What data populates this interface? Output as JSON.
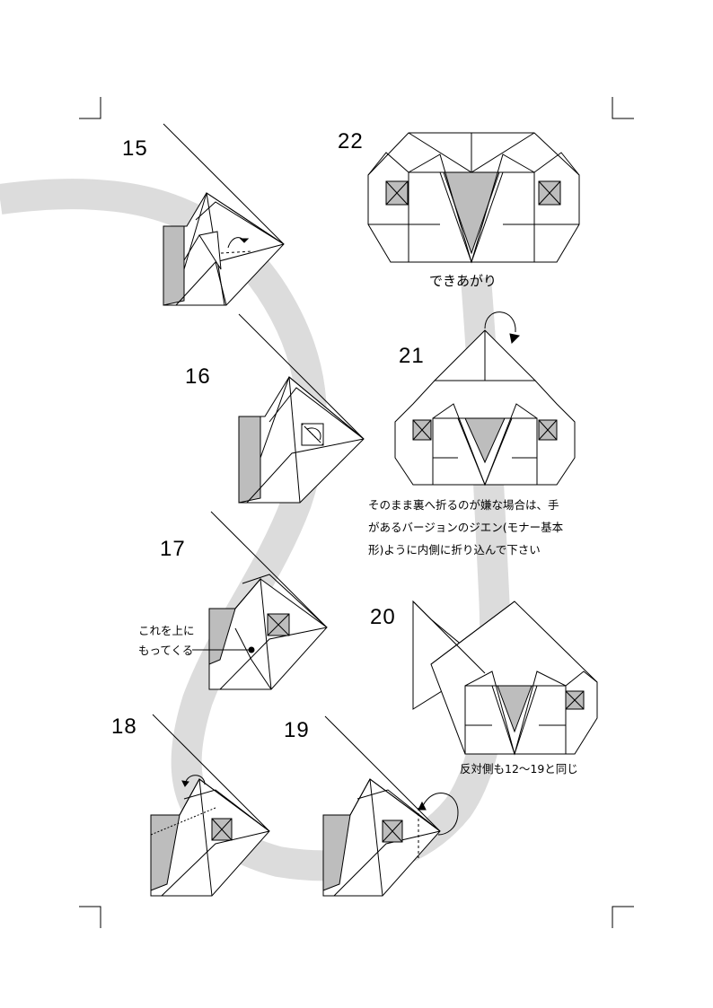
{
  "steps": {
    "s15": "15",
    "s16": "16",
    "s17": "17",
    "s18": "18",
    "s19": "19",
    "s20": "20",
    "s21": "21",
    "s22": "22"
  },
  "captions": {
    "finished": "できあがり",
    "note21_line1": "そのまま裏へ折るのが嫌な場合は、手",
    "note21_line2": "があるバージョンのジエン(モナー基本",
    "note21_line3": "形)ように内側に折り込んで下さい",
    "note17_line1": "これを上に",
    "note17_line2": "もってくる",
    "note20": "反対側も12〜19と同じ"
  },
  "colors": {
    "band": "#dcdcdc",
    "fill_gray": "#bdbdbd",
    "line": "#000000"
  }
}
